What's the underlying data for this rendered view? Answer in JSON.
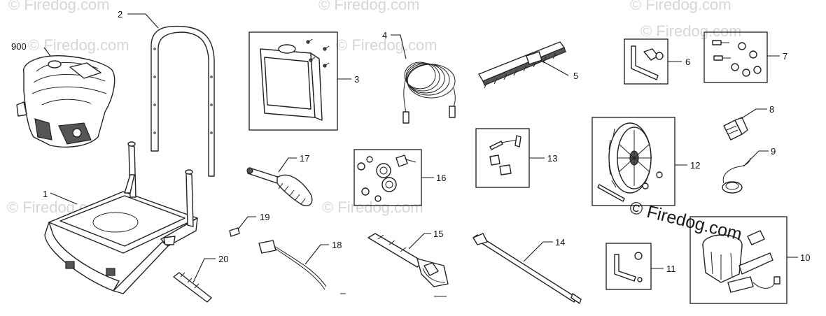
{
  "watermark": {
    "text": "© Firedog.com",
    "overlay_text": "© Firedog.com"
  },
  "callouts": {
    "p900": "900",
    "p1": "1",
    "p2": "2",
    "p3": "3",
    "p4": "4",
    "p5": "5",
    "p6": "6",
    "p7": "7",
    "p8": "8",
    "p9": "9",
    "p10": "10",
    "p11": "11",
    "p12": "12",
    "p13": "13",
    "p14": "14",
    "p15": "15",
    "p16": "16",
    "p17": "17",
    "p18": "18",
    "p19": "19",
    "p20": "20"
  }
}
